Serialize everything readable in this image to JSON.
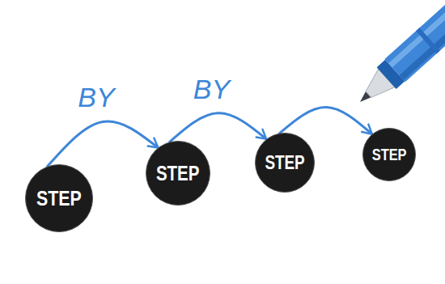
{
  "diagram": {
    "nodes": [
      {
        "text": [
          "STEP"
        ]
      },
      {
        "text": [
          "STEP"
        ]
      },
      {
        "text": [
          "STEP"
        ]
      },
      {
        "text": [
          "STEP"
        ]
      }
    ],
    "edges": [
      {
        "from": 0,
        "to": 1,
        "arrow": "to",
        "label": "BY"
      },
      {
        "from": 1,
        "to": 2,
        "arrow": "to",
        "label": "BY"
      },
      {
        "from": 2,
        "to": 3,
        "arrow": "to"
      }
    ]
  }
}
